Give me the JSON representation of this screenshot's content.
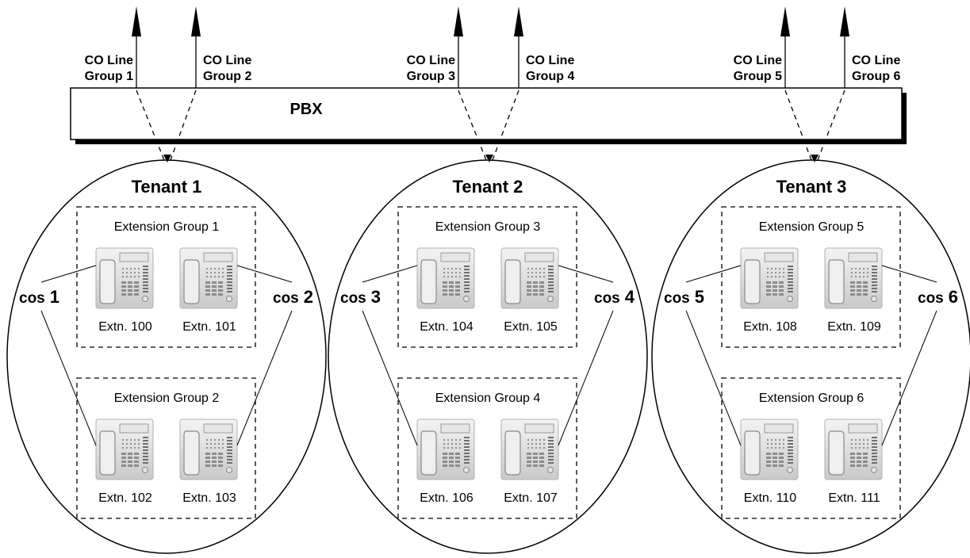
{
  "pbx": {
    "label": "PBX"
  },
  "co_lines": [
    {
      "line1": "CO Line",
      "line2": "Group 1"
    },
    {
      "line1": "CO Line",
      "line2": "Group 2"
    },
    {
      "line1": "CO Line",
      "line2": "Group 3"
    },
    {
      "line1": "CO Line",
      "line2": "Group 4"
    },
    {
      "line1": "CO Line",
      "line2": "Group 5"
    },
    {
      "line1": "CO Line",
      "line2": "Group 6"
    }
  ],
  "tenants": [
    {
      "title": "Tenant  1",
      "groups": [
        {
          "label": "Extension Group 1",
          "extensions": [
            "Extn. 100",
            "Extn. 101"
          ]
        },
        {
          "label": "Extension Group 2",
          "extensions": [
            "Extn. 102",
            "Extn. 103"
          ]
        }
      ],
      "cos": [
        {
          "prefix": "COS",
          "num": "1"
        },
        {
          "prefix": "COS",
          "num": "2"
        }
      ]
    },
    {
      "title": "Tenant  2",
      "groups": [
        {
          "label": "Extension Group 3",
          "extensions": [
            "Extn. 104",
            "Extn. 105"
          ]
        },
        {
          "label": "Extension Group 4",
          "extensions": [
            "Extn. 106",
            "Extn. 107"
          ]
        }
      ],
      "cos": [
        {
          "prefix": "COS",
          "num": "3"
        },
        {
          "prefix": "COS",
          "num": "4"
        }
      ]
    },
    {
      "title": "Tenant  3",
      "groups": [
        {
          "label": "Extension Group 5",
          "extensions": [
            "Extn. 108",
            "Extn. 109"
          ]
        },
        {
          "label": "Extension Group 6",
          "extensions": [
            "Extn. 110",
            "Extn. 111"
          ]
        }
      ],
      "cos": [
        {
          "prefix": "COS",
          "num": "5"
        },
        {
          "prefix": "COS",
          "num": "6"
        }
      ]
    }
  ]
}
